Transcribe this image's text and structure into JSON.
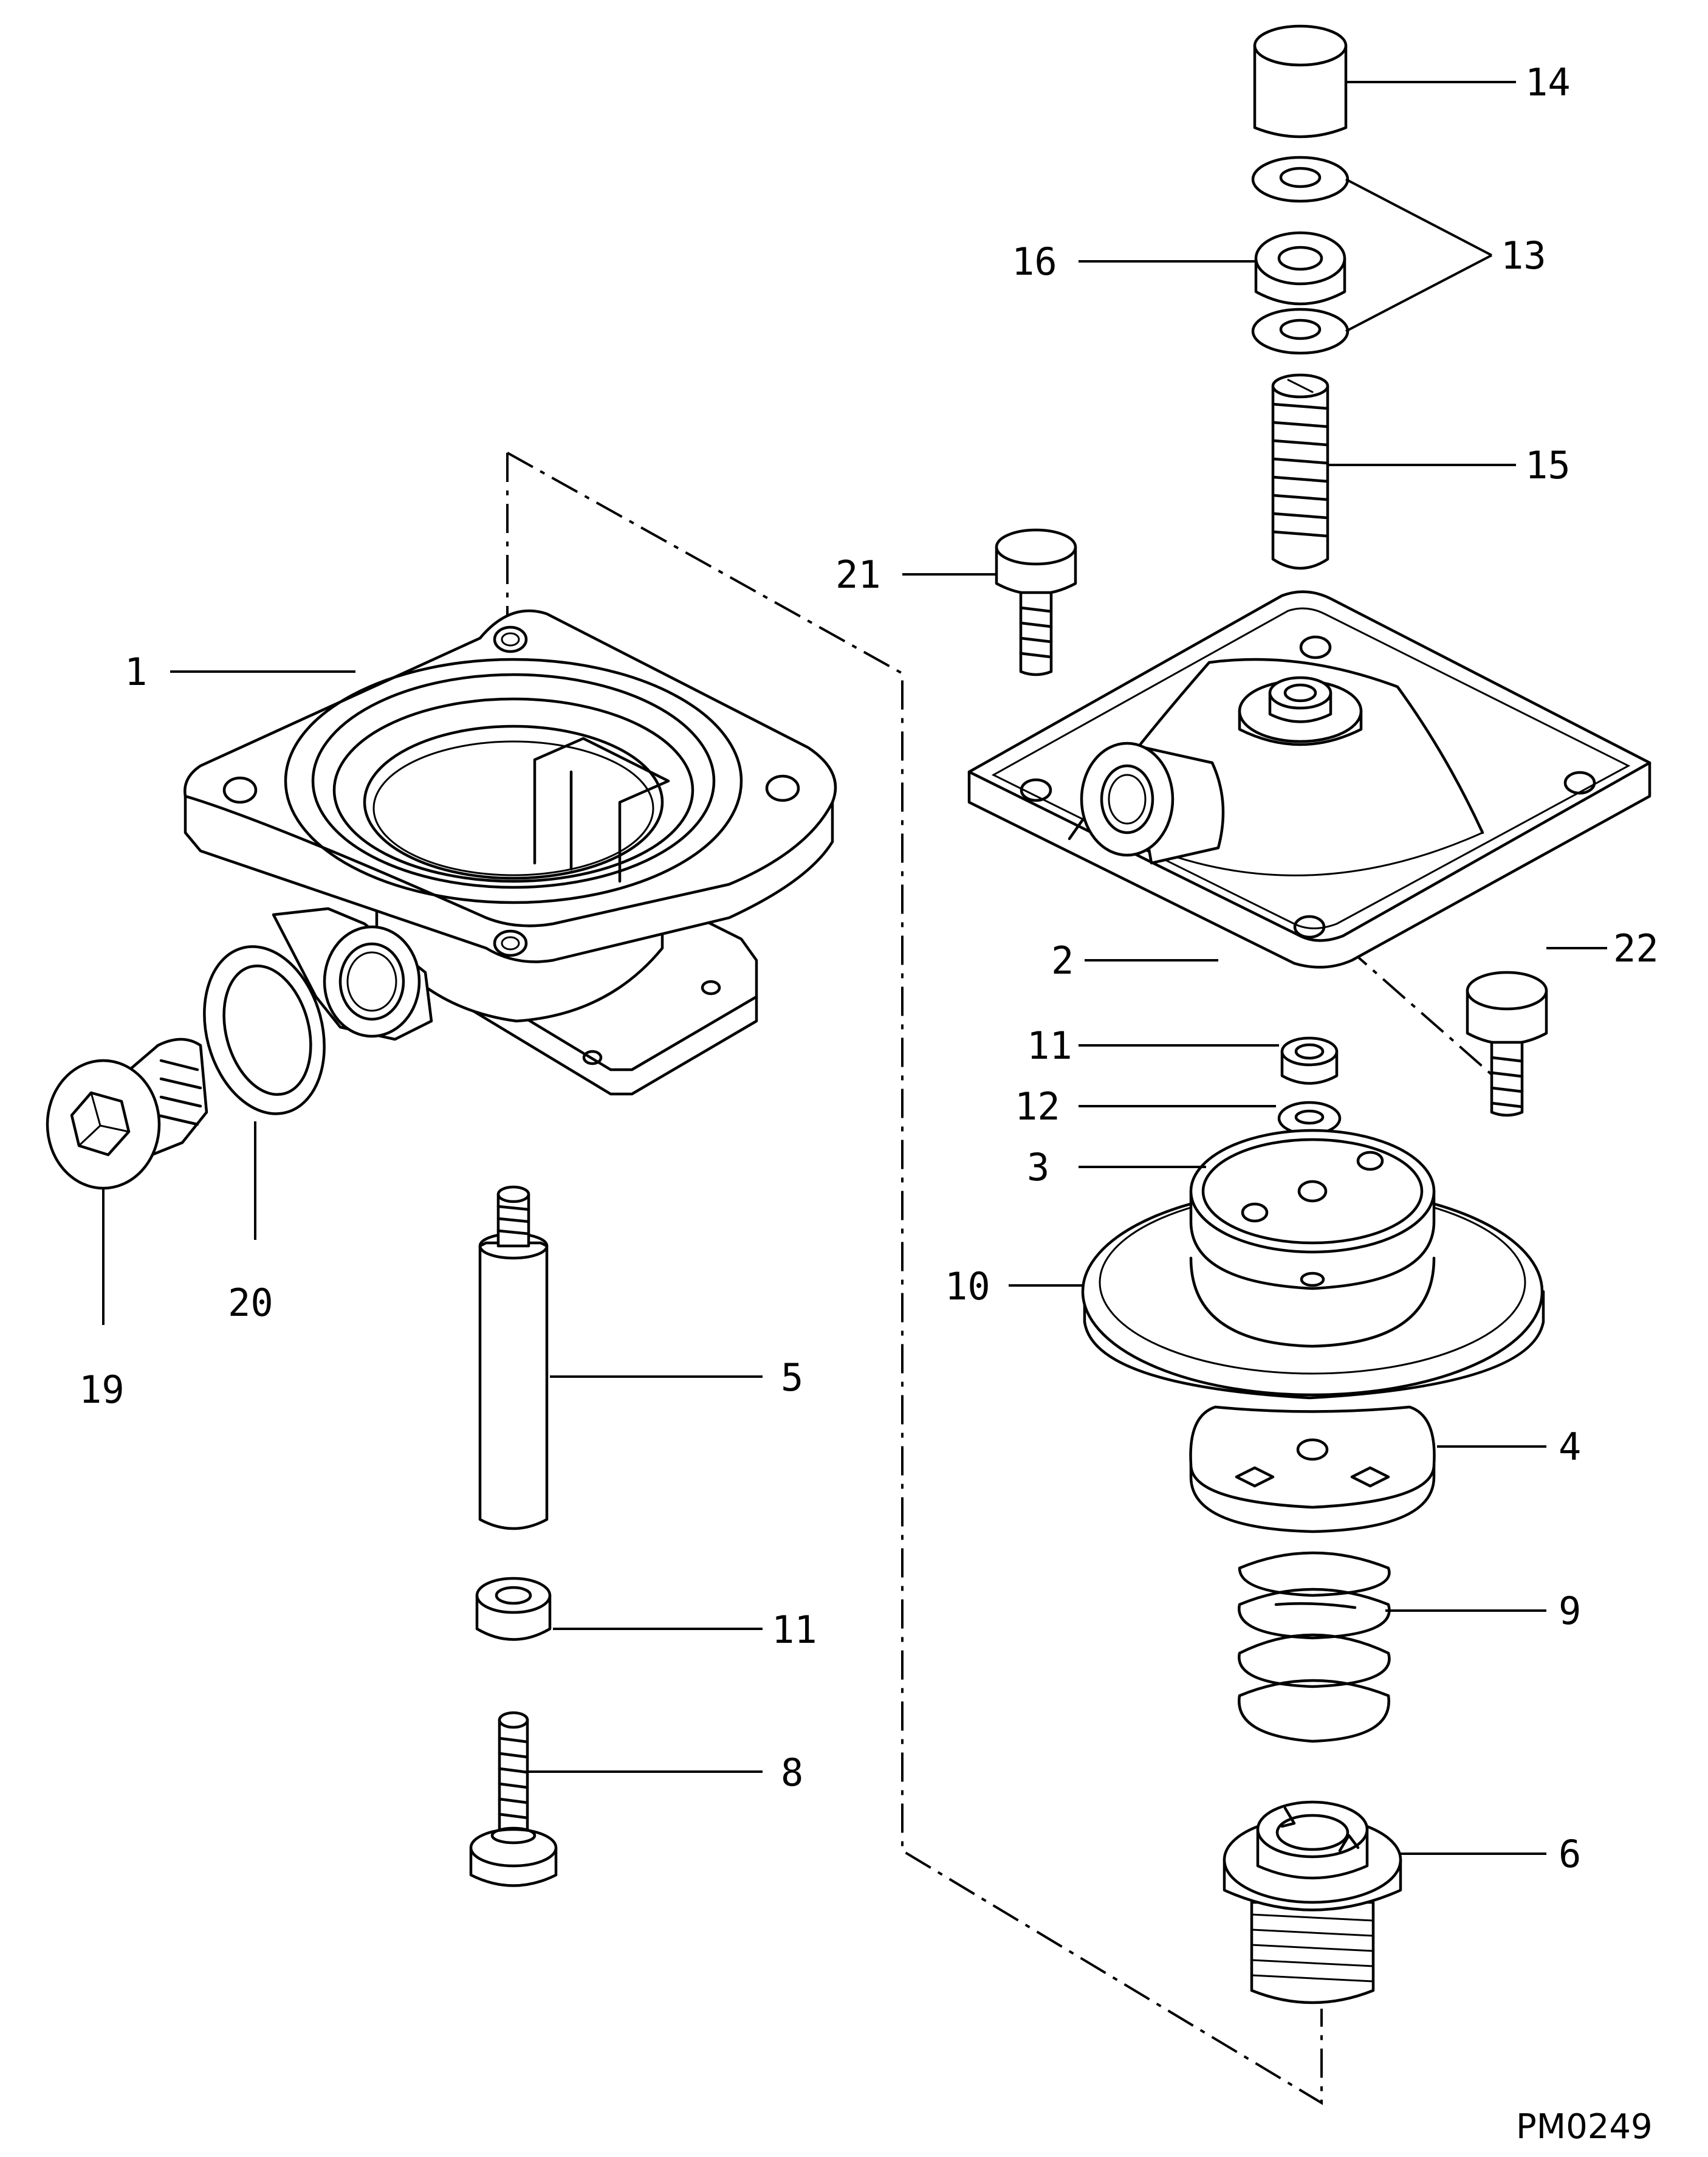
{
  "drawing_code": "PM0249",
  "callouts": [
    {
      "id": "c1",
      "text": "1"
    },
    {
      "id": "c2",
      "text": "2"
    },
    {
      "id": "c3",
      "text": "3"
    },
    {
      "id": "c4",
      "text": "4"
    },
    {
      "id": "c5",
      "text": "5"
    },
    {
      "id": "c6",
      "text": "6"
    },
    {
      "id": "c8",
      "text": "8"
    },
    {
      "id": "c9",
      "text": "9"
    },
    {
      "id": "c10",
      "text": "10"
    },
    {
      "id": "c11a",
      "text": "11"
    },
    {
      "id": "c11b",
      "text": "11"
    },
    {
      "id": "c12",
      "text": "12"
    },
    {
      "id": "c13",
      "text": "13"
    },
    {
      "id": "c14",
      "text": "14"
    },
    {
      "id": "c15",
      "text": "15"
    },
    {
      "id": "c16",
      "text": "16"
    },
    {
      "id": "c19",
      "text": "19"
    },
    {
      "id": "c20",
      "text": "20"
    },
    {
      "id": "c21",
      "text": "21"
    },
    {
      "id": "c22",
      "text": "22"
    }
  ]
}
